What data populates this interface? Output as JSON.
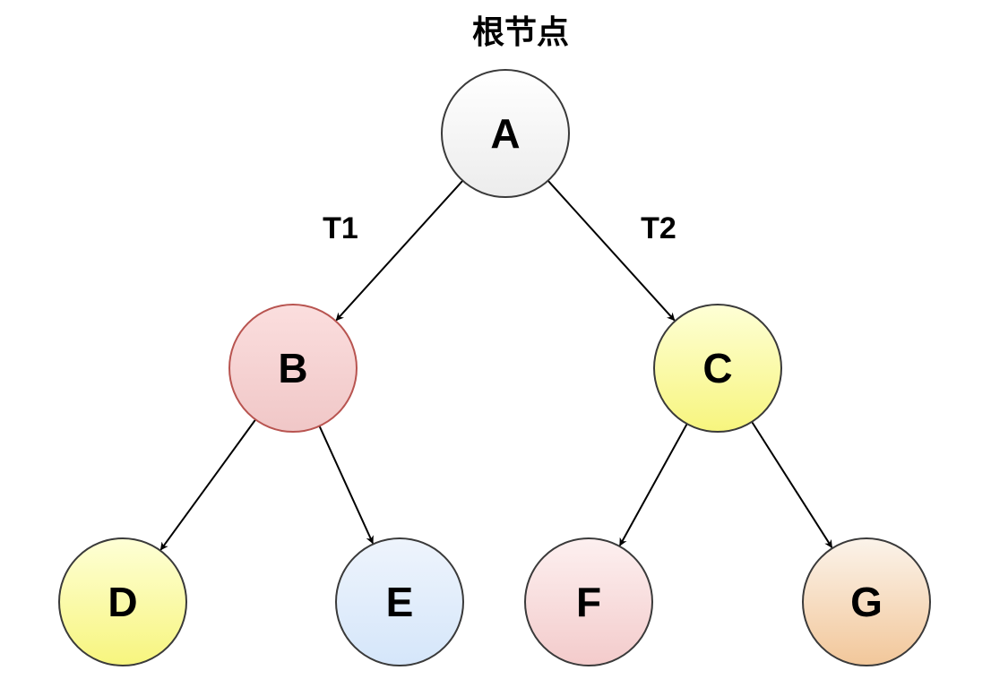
{
  "title": "根节点",
  "nodes": [
    {
      "id": "A",
      "label": "A",
      "gradient": [
        "#ffffff",
        "#ececec"
      ],
      "stroke": "#3a3a3a"
    },
    {
      "id": "B",
      "label": "B",
      "gradient": [
        "#fbdede",
        "#f0c7c7"
      ],
      "stroke": "#b85450"
    },
    {
      "id": "C",
      "label": "C",
      "gradient": [
        "#feffd6",
        "#f7f57e"
      ],
      "stroke": "#3a3a3a"
    },
    {
      "id": "D",
      "label": "D",
      "gradient": [
        "#feffd6",
        "#f7f57e"
      ],
      "stroke": "#3a3a3a"
    },
    {
      "id": "E",
      "label": "E",
      "gradient": [
        "#eef4fc",
        "#d5e6fa"
      ],
      "stroke": "#3a3a3a"
    },
    {
      "id": "F",
      "label": "F",
      "gradient": [
        "#fdf0f0",
        "#f3cbcb"
      ],
      "stroke": "#3a3a3a"
    },
    {
      "id": "G",
      "label": "G",
      "gradient": [
        "#fbf3ea",
        "#f2c79a"
      ],
      "stroke": "#3a3a3a"
    }
  ],
  "edges": [
    {
      "from": "A",
      "to": "B",
      "label": "T1"
    },
    {
      "from": "A",
      "to": "C",
      "label": "T2"
    },
    {
      "from": "B",
      "to": "D",
      "label": ""
    },
    {
      "from": "B",
      "to": "E",
      "label": ""
    },
    {
      "from": "C",
      "to": "F",
      "label": ""
    },
    {
      "from": "C",
      "to": "G",
      "label": ""
    }
  ]
}
